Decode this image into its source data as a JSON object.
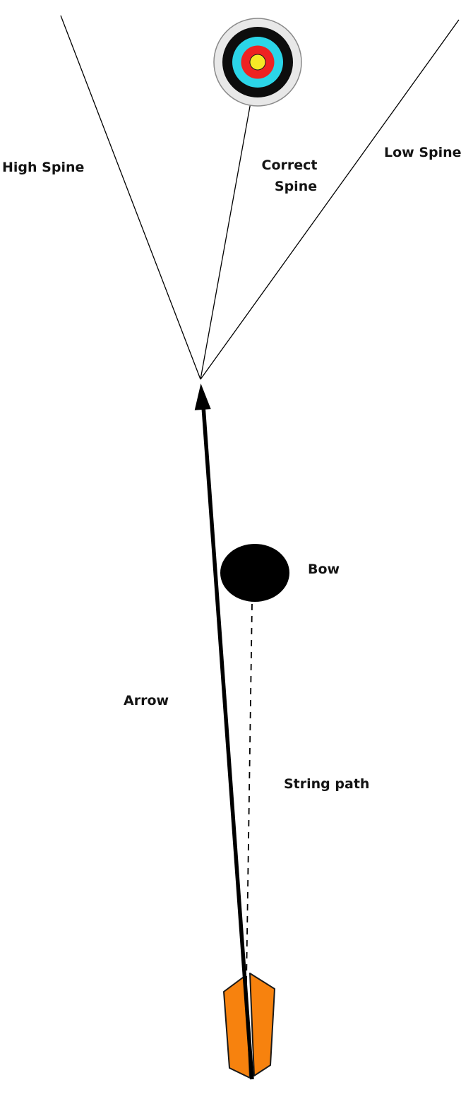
{
  "labels": {
    "high_spine": "High Spine",
    "correct_spine_line1": "Correct",
    "correct_spine_line2": "Spine",
    "low_spine": "Low Spine",
    "bow": "Bow",
    "arrow": "Arrow",
    "string_path": "String path"
  },
  "colors": {
    "target_outer_ring": "#e8e8e8",
    "target_black_ring": "#0d0d0d",
    "target_cyan_ring": "#2bd5e8",
    "target_red_ring": "#ee2222",
    "target_yellow_center": "#f6e926",
    "fletching_orange": "#f7820e",
    "bow_fill": "#000000"
  }
}
